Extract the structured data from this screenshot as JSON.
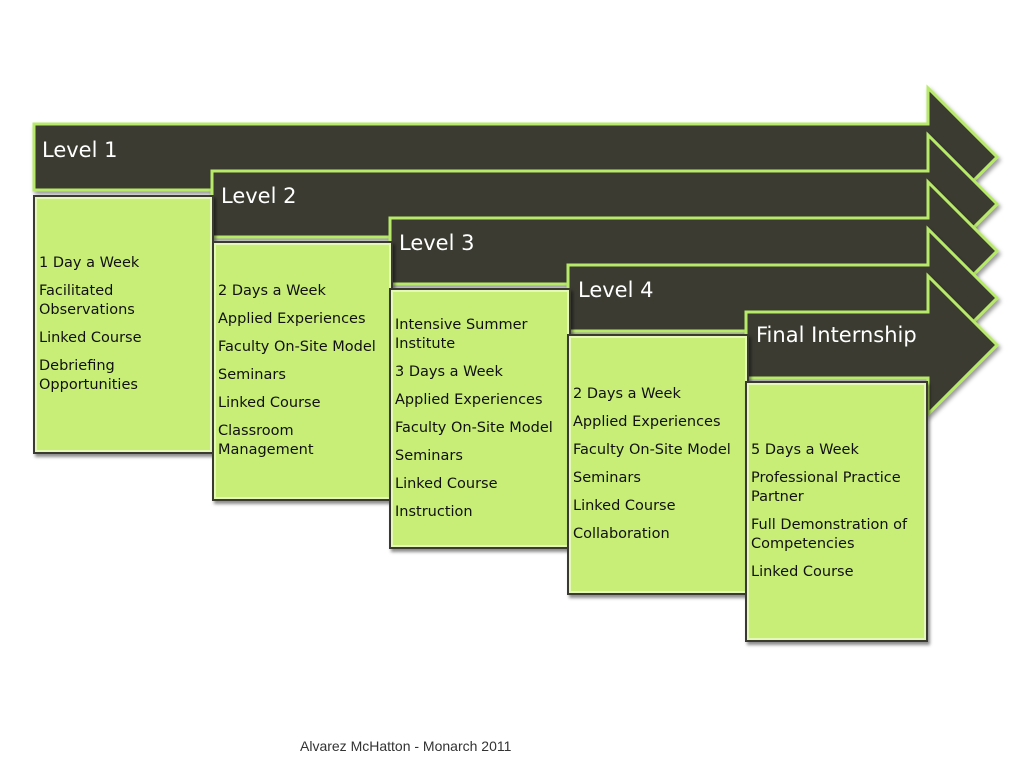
{
  "levels": [
    {
      "label": "Level 1",
      "items": [
        "1 Day a Week",
        "Facilitated Observations",
        "Linked Course",
        "Debriefing Opportunities"
      ]
    },
    {
      "label": "Level 2",
      "items": [
        "2 Days a Week",
        "Applied Experiences",
        "Faculty On-Site Model",
        "Seminars",
        "Linked Course",
        "Classroom Management"
      ]
    },
    {
      "label": "Level 3",
      "items": [
        "Intensive Summer Institute",
        "3 Days a Week",
        "Applied Experiences",
        "Faculty On-Site Model",
        "Seminars",
        "Linked Course",
        "Instruction"
      ]
    },
    {
      "label": "Level 4",
      "items": [
        "2 Days a Week",
        "Applied Experiences",
        "Faculty On-Site Model",
        "Seminars",
        "Linked Course",
        "Collaboration"
      ]
    },
    {
      "label": "Final Internship",
      "items": [
        "5 Days a Week",
        "Professional Practice Partner",
        "Full Demonstration of Competencies",
        "Linked Course"
      ]
    }
  ],
  "footer": "Alvarez McHatton - Monarch 2011",
  "colors": {
    "arrow_fill": "#3a3a30",
    "arrow_outline": "#b8ea6a",
    "box_fill": "#c8ee78"
  }
}
